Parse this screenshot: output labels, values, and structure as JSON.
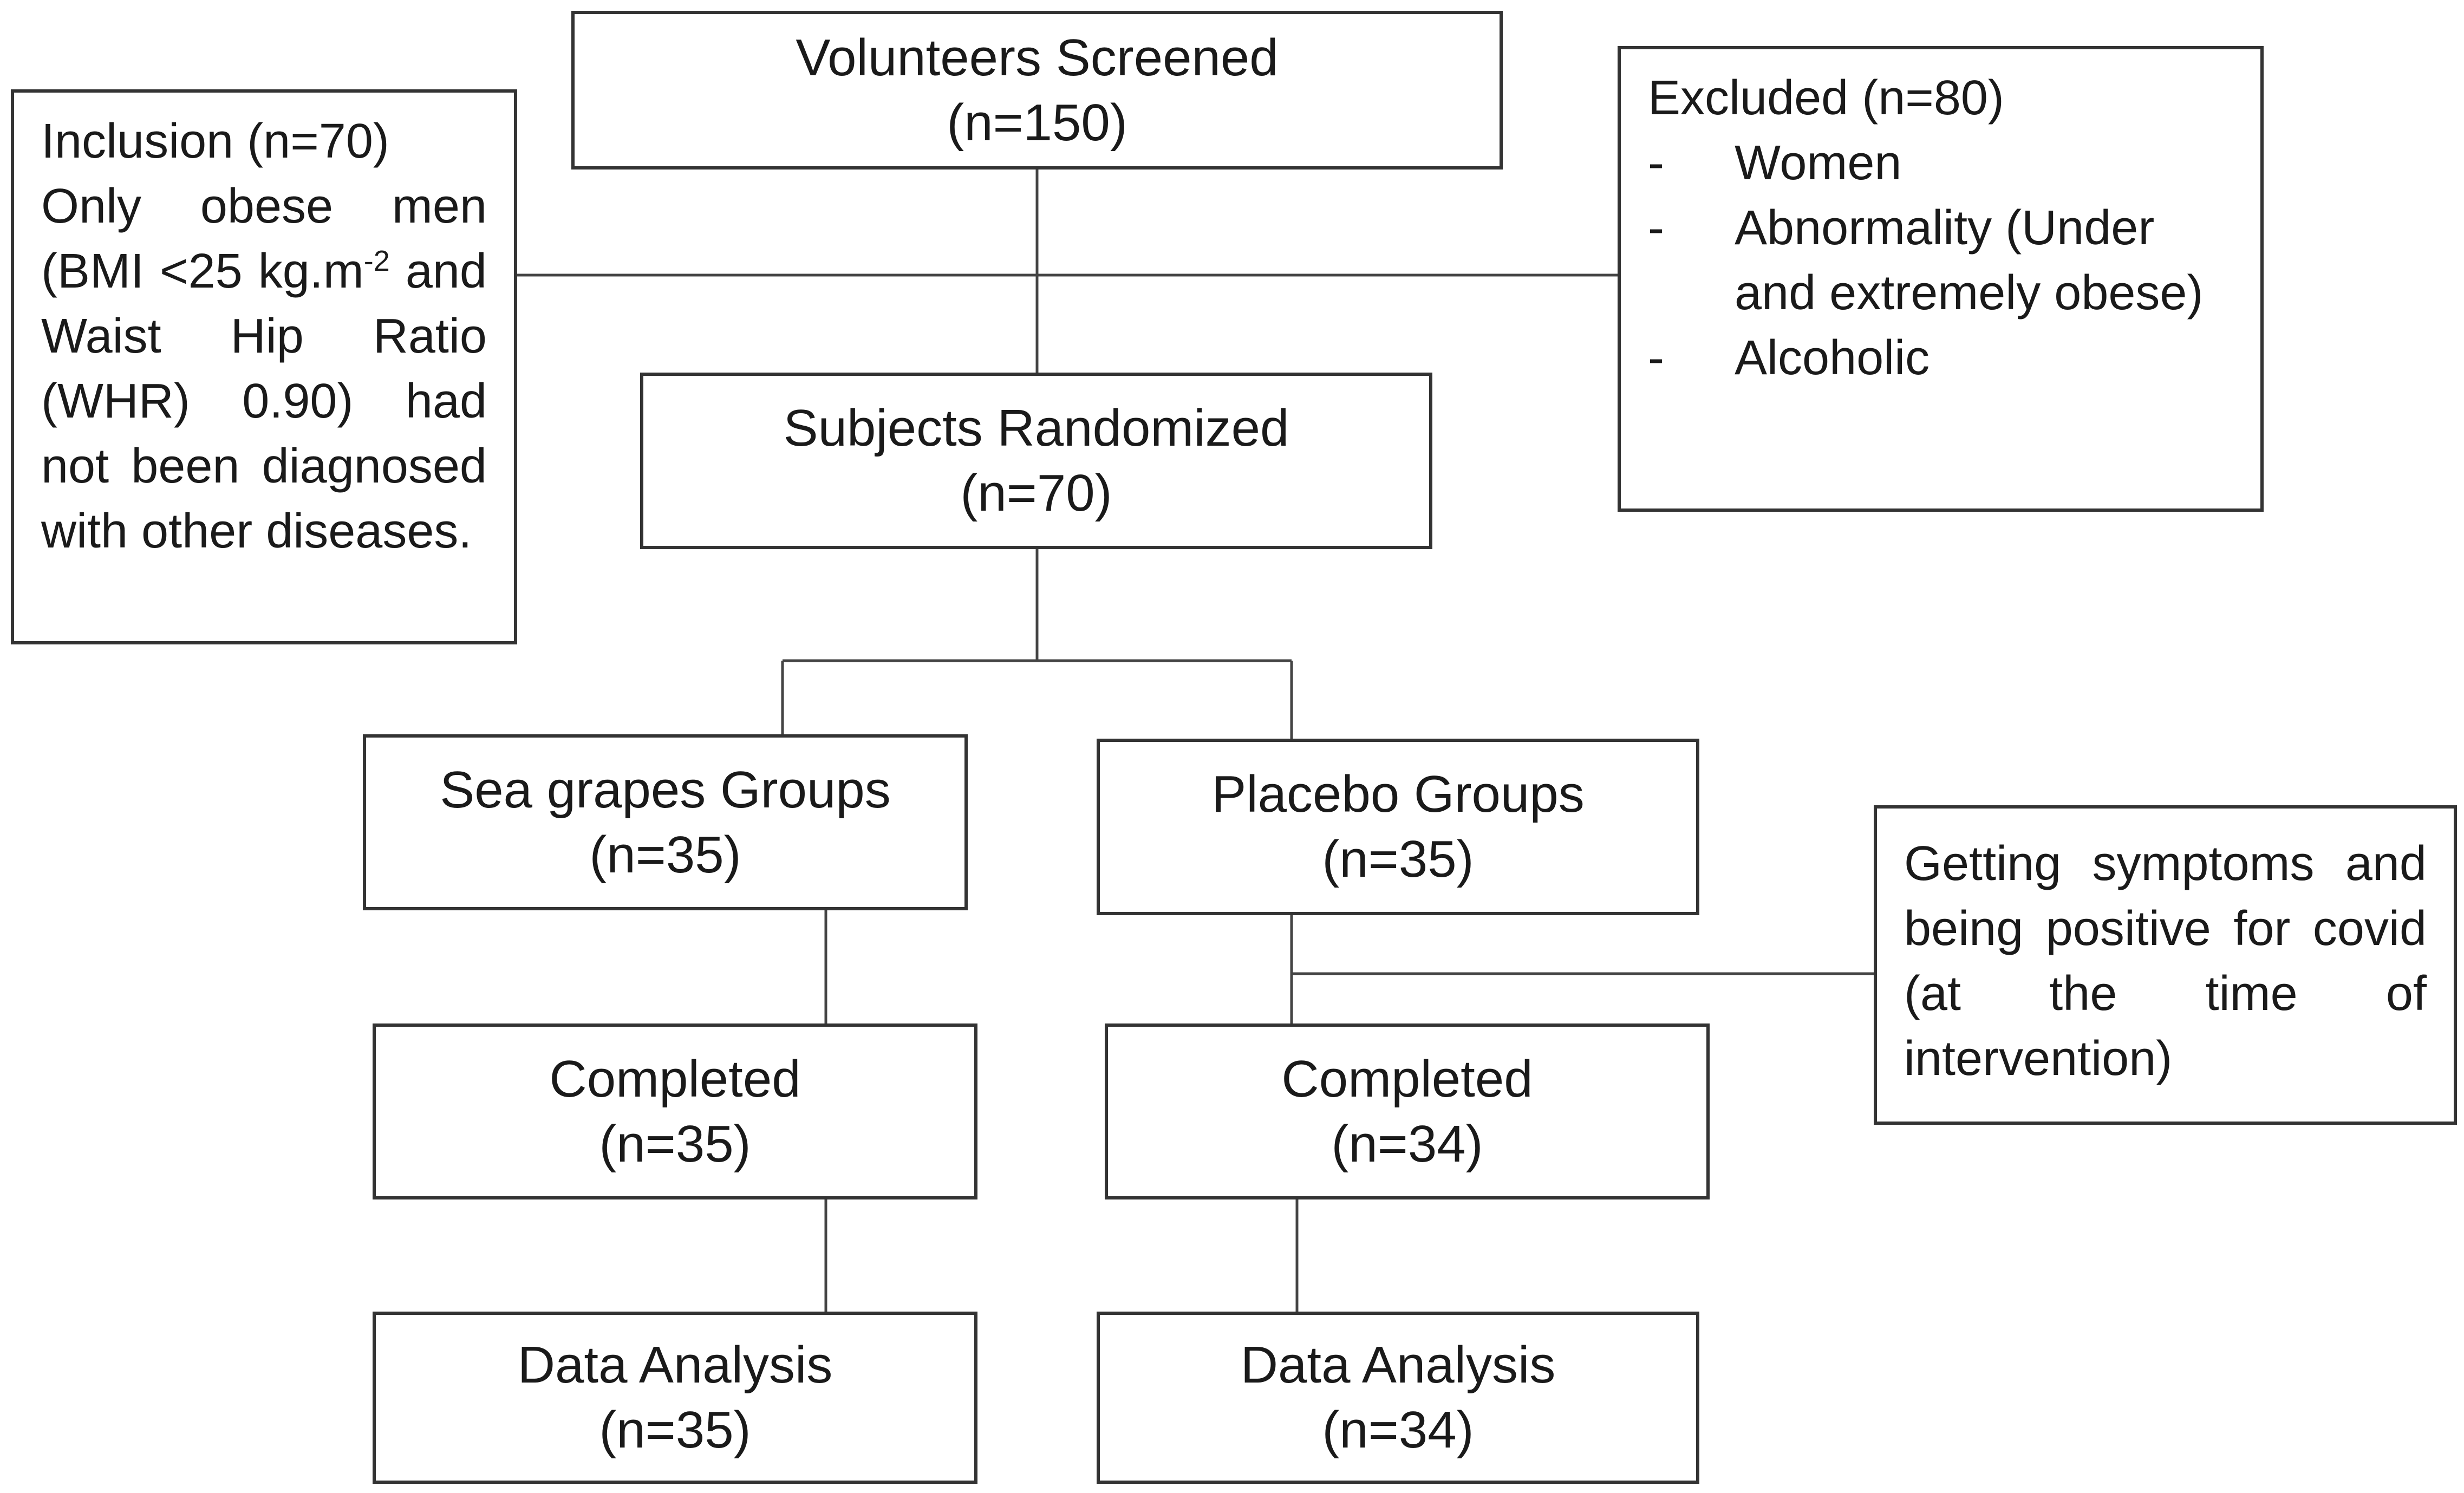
{
  "flowchart": {
    "screened": {
      "title": "Volunteers Screened",
      "count": "(n=150)"
    },
    "inclusion": {
      "heading": "Inclusion (n=70)",
      "text_before_sup": "Only obese men (BMI <25 kg.m",
      "sup": "-2",
      "text_after_sup": " and Waist Hip Ratio (WHR) 0.90) had not been diagnosed with other diseases."
    },
    "excluded": {
      "heading": "Excluded (n=80)",
      "bullet": "-",
      "items": [
        "Women",
        "Abnormality (Under and extremely obese)",
        "Alcoholic"
      ]
    },
    "randomized": {
      "title": "Subjects Randomized",
      "count": "(n=70)"
    },
    "sea_grapes": {
      "title": "Sea grapes Groups",
      "count": "(n=35)"
    },
    "placebo": {
      "title": "Placebo Groups",
      "count": "(n=35)"
    },
    "covid_note": "Getting symptoms and being positive for covid (at the time of intervention)",
    "completed_sea": {
      "title": "Completed",
      "count": "(n=35)"
    },
    "completed_placebo": {
      "title": "Completed",
      "count": "(n=34)"
    },
    "analysis_sea": {
      "title": "Data Analysis",
      "count": "(n=35)"
    },
    "analysis_placebo": {
      "title": "Data Analysis",
      "count": "(n=34)"
    }
  }
}
